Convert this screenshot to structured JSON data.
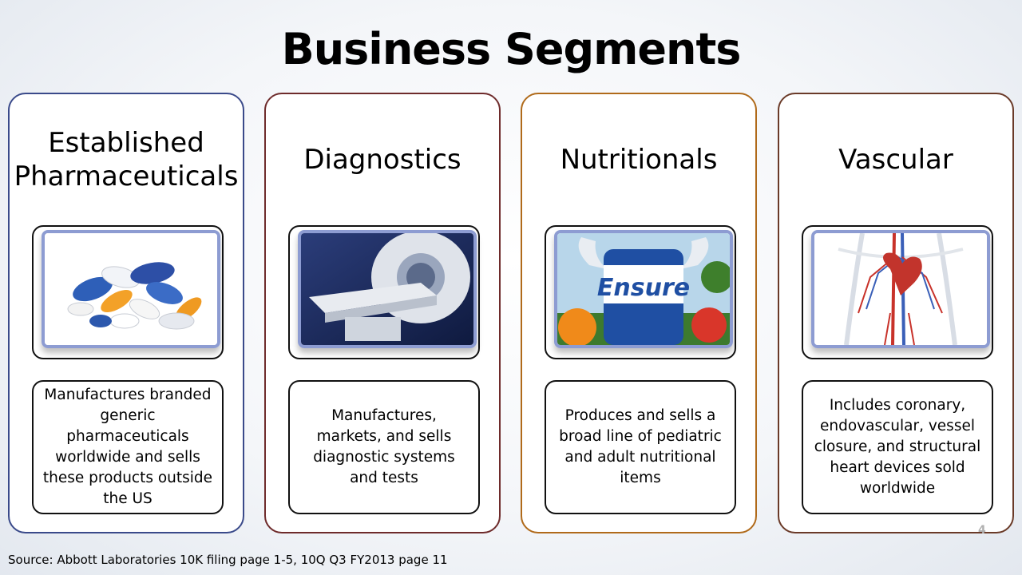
{
  "slide": {
    "title": "Business Segments",
    "source": "Source: Abbott Laboratories 10K filing page 1-5, 10Q Q3 FY2013 page 11",
    "page_number": "4"
  },
  "segments": [
    {
      "heading": "Established Pharmaceuticals",
      "description": "Manufactures branded generic pharmaceuticals worldwide and sells these products outside the US",
      "image": "pills-image",
      "border_color": "#3a4a8a"
    },
    {
      "heading": "Diagnostics",
      "description": "Manufactures, markets, and sells diagnostic systems and tests",
      "image": "ct-scanner-image",
      "border_color": "#6e2b2b"
    },
    {
      "heading": "Nutritionals",
      "description": "Produces and sells a broad line of pediatric and adult nutritional items",
      "image": "ensure-bottle-image",
      "border_color": "#b06a1a"
    },
    {
      "heading": "Vascular",
      "description": "Includes coronary, endovascular, vessel closure, and structural heart devices sold worldwide",
      "image": "heart-vessels-image",
      "border_color": "#6a3a28"
    }
  ]
}
